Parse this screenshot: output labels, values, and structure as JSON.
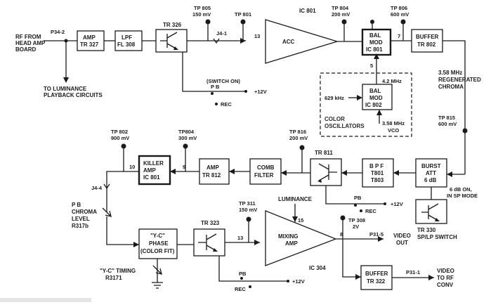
{
  "input": {
    "line1": "RF FROM",
    "line2": "HEAD AMP",
    "line3": "BOARD",
    "pin": "P34-2"
  },
  "luminance_out": {
    "line1": "TO LUMINANCE",
    "line2": "PLAYBACK CIRCUITS"
  },
  "blocks": {
    "amp_tr327": {
      "line1": "AMP",
      "line2": "TR 327"
    },
    "lpf": {
      "line1": "LPF",
      "line2": "FL 308"
    },
    "tr326": {
      "label": "TR 326"
    },
    "acc": {
      "label": "ACC",
      "ic": "IC 801"
    },
    "bal_mod_801": {
      "line1": "BAL",
      "line2": "MOD",
      "line3": "IC 801"
    },
    "buffer_tr802": {
      "line1": "BUFFER",
      "line2": "TR 802"
    },
    "bal_mod_802": {
      "line1": "BAL",
      "line2": "MOD",
      "line3": "IC 802"
    },
    "vco": {
      "line1": "3.58 MHz",
      "line2": "VCO"
    },
    "color_osc": {
      "line1": "COLOR",
      "line2": "OSCILLATORS"
    },
    "killer_amp": {
      "line1": "KILLER",
      "line2": "AMP",
      "line3": "IC 801"
    },
    "amp_tr812": {
      "line1": "AMP",
      "line2": "TR 812"
    },
    "comb_filter": {
      "line1": "COMB",
      "line2": "FILTER"
    },
    "tr811": {
      "label": "TR 811"
    },
    "bpf": {
      "line1": "B P F",
      "line2": "T801",
      "line3": "T803"
    },
    "burst_att": {
      "line1": "BURST",
      "line2": "ATT",
      "line3": "6 dB"
    },
    "tr330": {
      "label": "TR 330",
      "line2": "SP/LP SWITCH"
    },
    "yc_phase": {
      "line1": "\"Y-C\"",
      "line2": "PHASE",
      "line3": "(COLOR FIT)"
    },
    "tr323": {
      "label": "TR 323"
    },
    "mixing_amp": {
      "line1": "MIXING",
      "line2": "AMP",
      "ic": "IC 304"
    },
    "buffer_tr322": {
      "line1": "BUFFER",
      "line2": "TR 322"
    }
  },
  "test_points": {
    "tp805": {
      "name": "TP 805",
      "level": "150 mV"
    },
    "tp801": {
      "name": "TP 801"
    },
    "tp804_top": {
      "name": "TP 804",
      "level": "200 mV"
    },
    "tp806": {
      "name": "TP 806",
      "level": "600 mV"
    },
    "tp815": {
      "name": "TP 815",
      "level": "600 mV"
    },
    "tp802": {
      "name": "TP 802",
      "level": "900 mV"
    },
    "tp804": {
      "name": "TP804",
      "level": "300 mV"
    },
    "tp816": {
      "name": "TP 816",
      "level": "200 mV"
    },
    "tp311": {
      "name": "TP 311",
      "level": "150 mV"
    },
    "tp308": {
      "name": "TP 308",
      "level": "2V"
    }
  },
  "labels": {
    "j4_1": "J4-1",
    "j4_4": "J4-4",
    "switch_on": "(SWITCH ON)",
    "pb": "P B",
    "pb2": "PB",
    "rec": "REC",
    "plus12v": "+12V",
    "pin13": "13",
    "pin7": "7",
    "pin5": "5",
    "pin10": "10",
    "pin9": "9",
    "pin15": "15",
    "pin8": "8",
    "freq_42": "4.2 MHz",
    "freq_629": "629 kHz",
    "regen1": "3.58 MHz",
    "regen2": "REGENERATED",
    "regen3": "CHROMA",
    "sp_mode1": "6 dB ON,",
    "sp_mode2": "IN SP MODE",
    "pb_chroma1": "P B",
    "pb_chroma2": "CHROMA",
    "pb_chroma3": "LEVEL",
    "pb_chroma4": "R317b",
    "luminance": "LUMINANCE",
    "yc_timing1": "\"Y-C\" TIMING",
    "yc_timing2": "R3171",
    "p31_5": "P31-5",
    "video_out1": "VIDEO",
    "video_out2": "OUT",
    "p31_1": "P31-1",
    "video_rf1": "VIDEO",
    "video_rf2": "TO RF",
    "video_rf3": "CONV"
  }
}
